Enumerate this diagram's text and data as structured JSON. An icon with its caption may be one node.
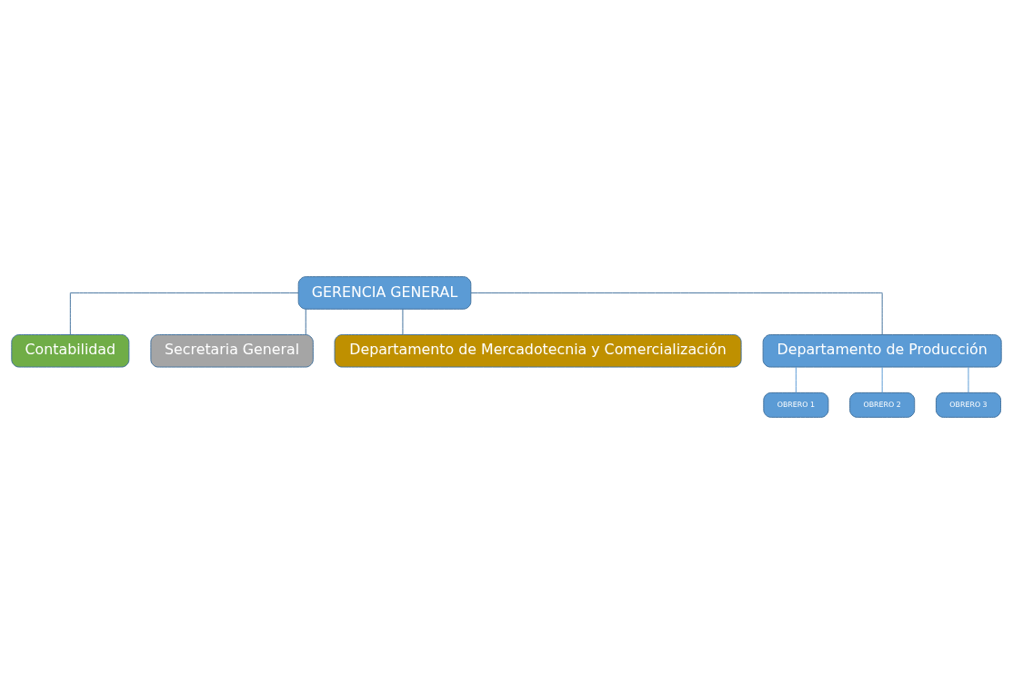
{
  "diagram": {
    "nodes": [
      {
        "text": [
          "GERENCIA GENERAL"
        ]
      },
      {
        "text": [
          "Secretaria General"
        ]
      },
      {
        "text": [
          "Contabilidad"
        ]
      },
      {
        "text": [
          "Departamento de Mercadotecnia y Comercialización"
        ]
      },
      {
        "text": [
          "Departamento de Producción"
        ]
      },
      {
        "text": [
          "OBRERO 1"
        ]
      },
      {
        "text": [
          "OBRERO 2"
        ]
      },
      {
        "text": [
          "OBRERO 3"
        ]
      }
    ],
    "edges": [
      {
        "from": 0,
        "to": 1,
        "arrow": "none"
      },
      {
        "from": 0,
        "to": 2,
        "arrow": "none"
      },
      {
        "from": 0,
        "to": 3,
        "arrow": "none"
      },
      {
        "from": 0,
        "to": 4,
        "arrow": "none"
      },
      {
        "from": 4,
        "to": 5,
        "arrow": "none",
        "color": "#5b9bd5"
      },
      {
        "from": 4,
        "to": 6,
        "arrow": "none",
        "color": "#5b9bd5"
      },
      {
        "from": 4,
        "to": 7,
        "arrow": "none",
        "color": "#5b9bd5"
      }
    ]
  }
}
